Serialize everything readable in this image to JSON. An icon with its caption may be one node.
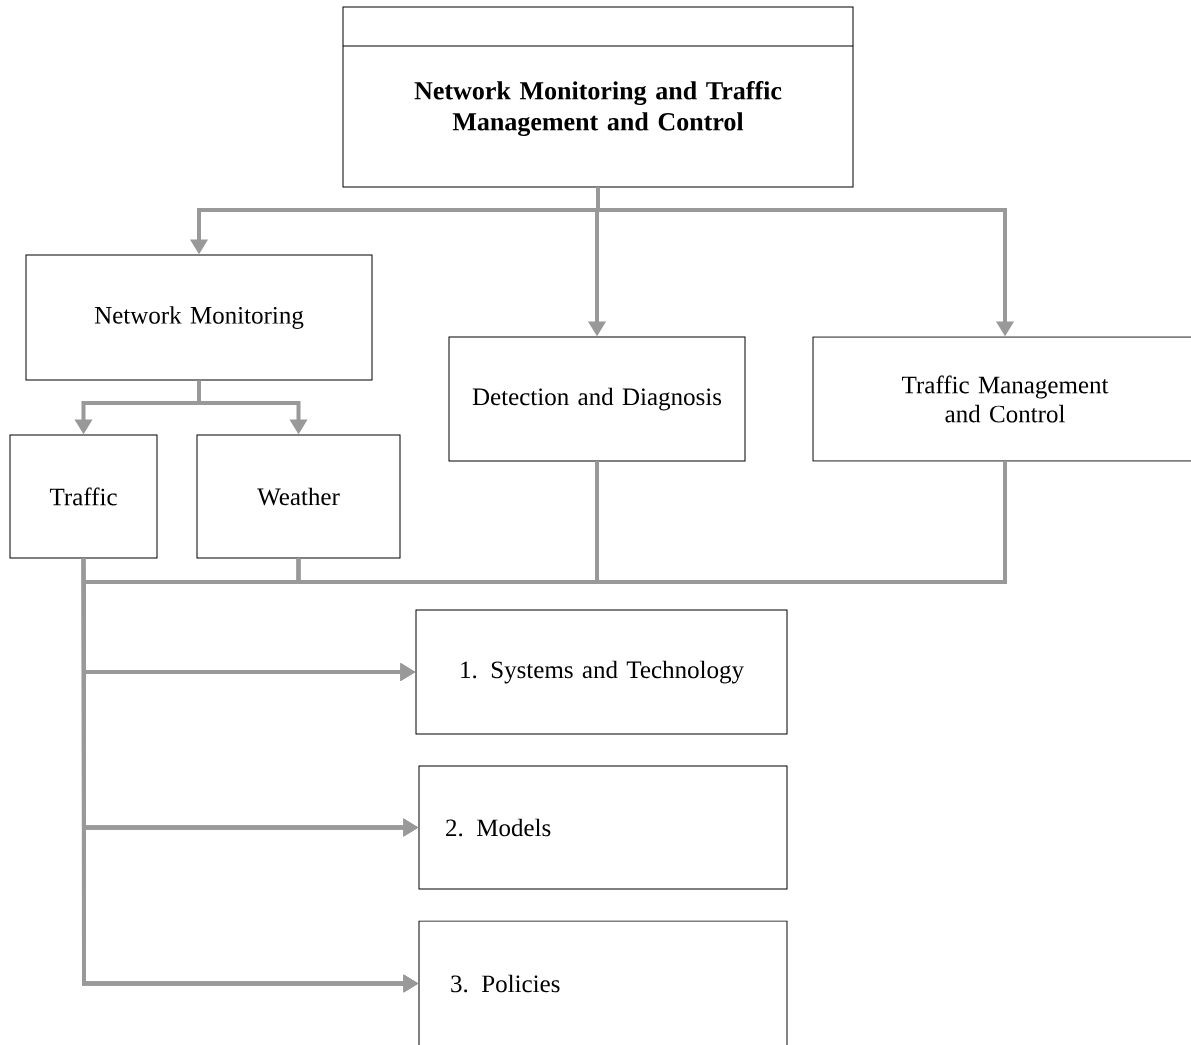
{
  "diagram": {
    "nodes": [
      {
        "text": [
          "Network Monitoring and Traffic Management and Control"
        ]
      },
      {
        "text": [
          "Network Monitoring"
        ]
      },
      {
        "text": [
          "Detection and Diagnosis"
        ]
      },
      {
        "text": [
          "Traffic Management and Control"
        ]
      },
      {
        "text": [
          "Traffic"
        ]
      },
      {
        "text": [
          "Weather"
        ]
      },
      {
        "text": [
          "1. Systems and Technology"
        ]
      },
      {
        "text": [
          "2.  Models"
        ]
      },
      {
        "text": [
          "3.  Policies"
        ]
      }
    ],
    "edges": [
      {
        "from": 0,
        "to": 1,
        "arrow": "to"
      },
      {
        "from": 0,
        "to": 2,
        "arrow": "to"
      },
      {
        "from": 0,
        "to": 3,
        "arrow": "to"
      },
      {
        "from": 1,
        "to": 4,
        "arrow": "to"
      },
      {
        "from": 1,
        "to": 5,
        "arrow": "to"
      },
      {
        "from": 4,
        "to": 6,
        "arrow": "to"
      },
      {
        "from": 4,
        "to": 7,
        "arrow": "to"
      },
      {
        "from": 4,
        "to": 8,
        "arrow": "to"
      },
      {
        "from": 5,
        "to": 6,
        "arrow": "to"
      },
      {
        "from": 5,
        "to": 7,
        "arrow": "to"
      },
      {
        "from": 5,
        "to": 8,
        "arrow": "to"
      },
      {
        "from": 2,
        "to": 6,
        "arrow": "to"
      },
      {
        "from": 2,
        "to": 7,
        "arrow": "to"
      },
      {
        "from": 2,
        "to": 8,
        "arrow": "to"
      },
      {
        "from": 3,
        "to": 6,
        "arrow": "to"
      },
      {
        "from": 3,
        "to": 7,
        "arrow": "to"
      },
      {
        "from": 3,
        "to": 8,
        "arrow": "to"
      }
    ]
  }
}
